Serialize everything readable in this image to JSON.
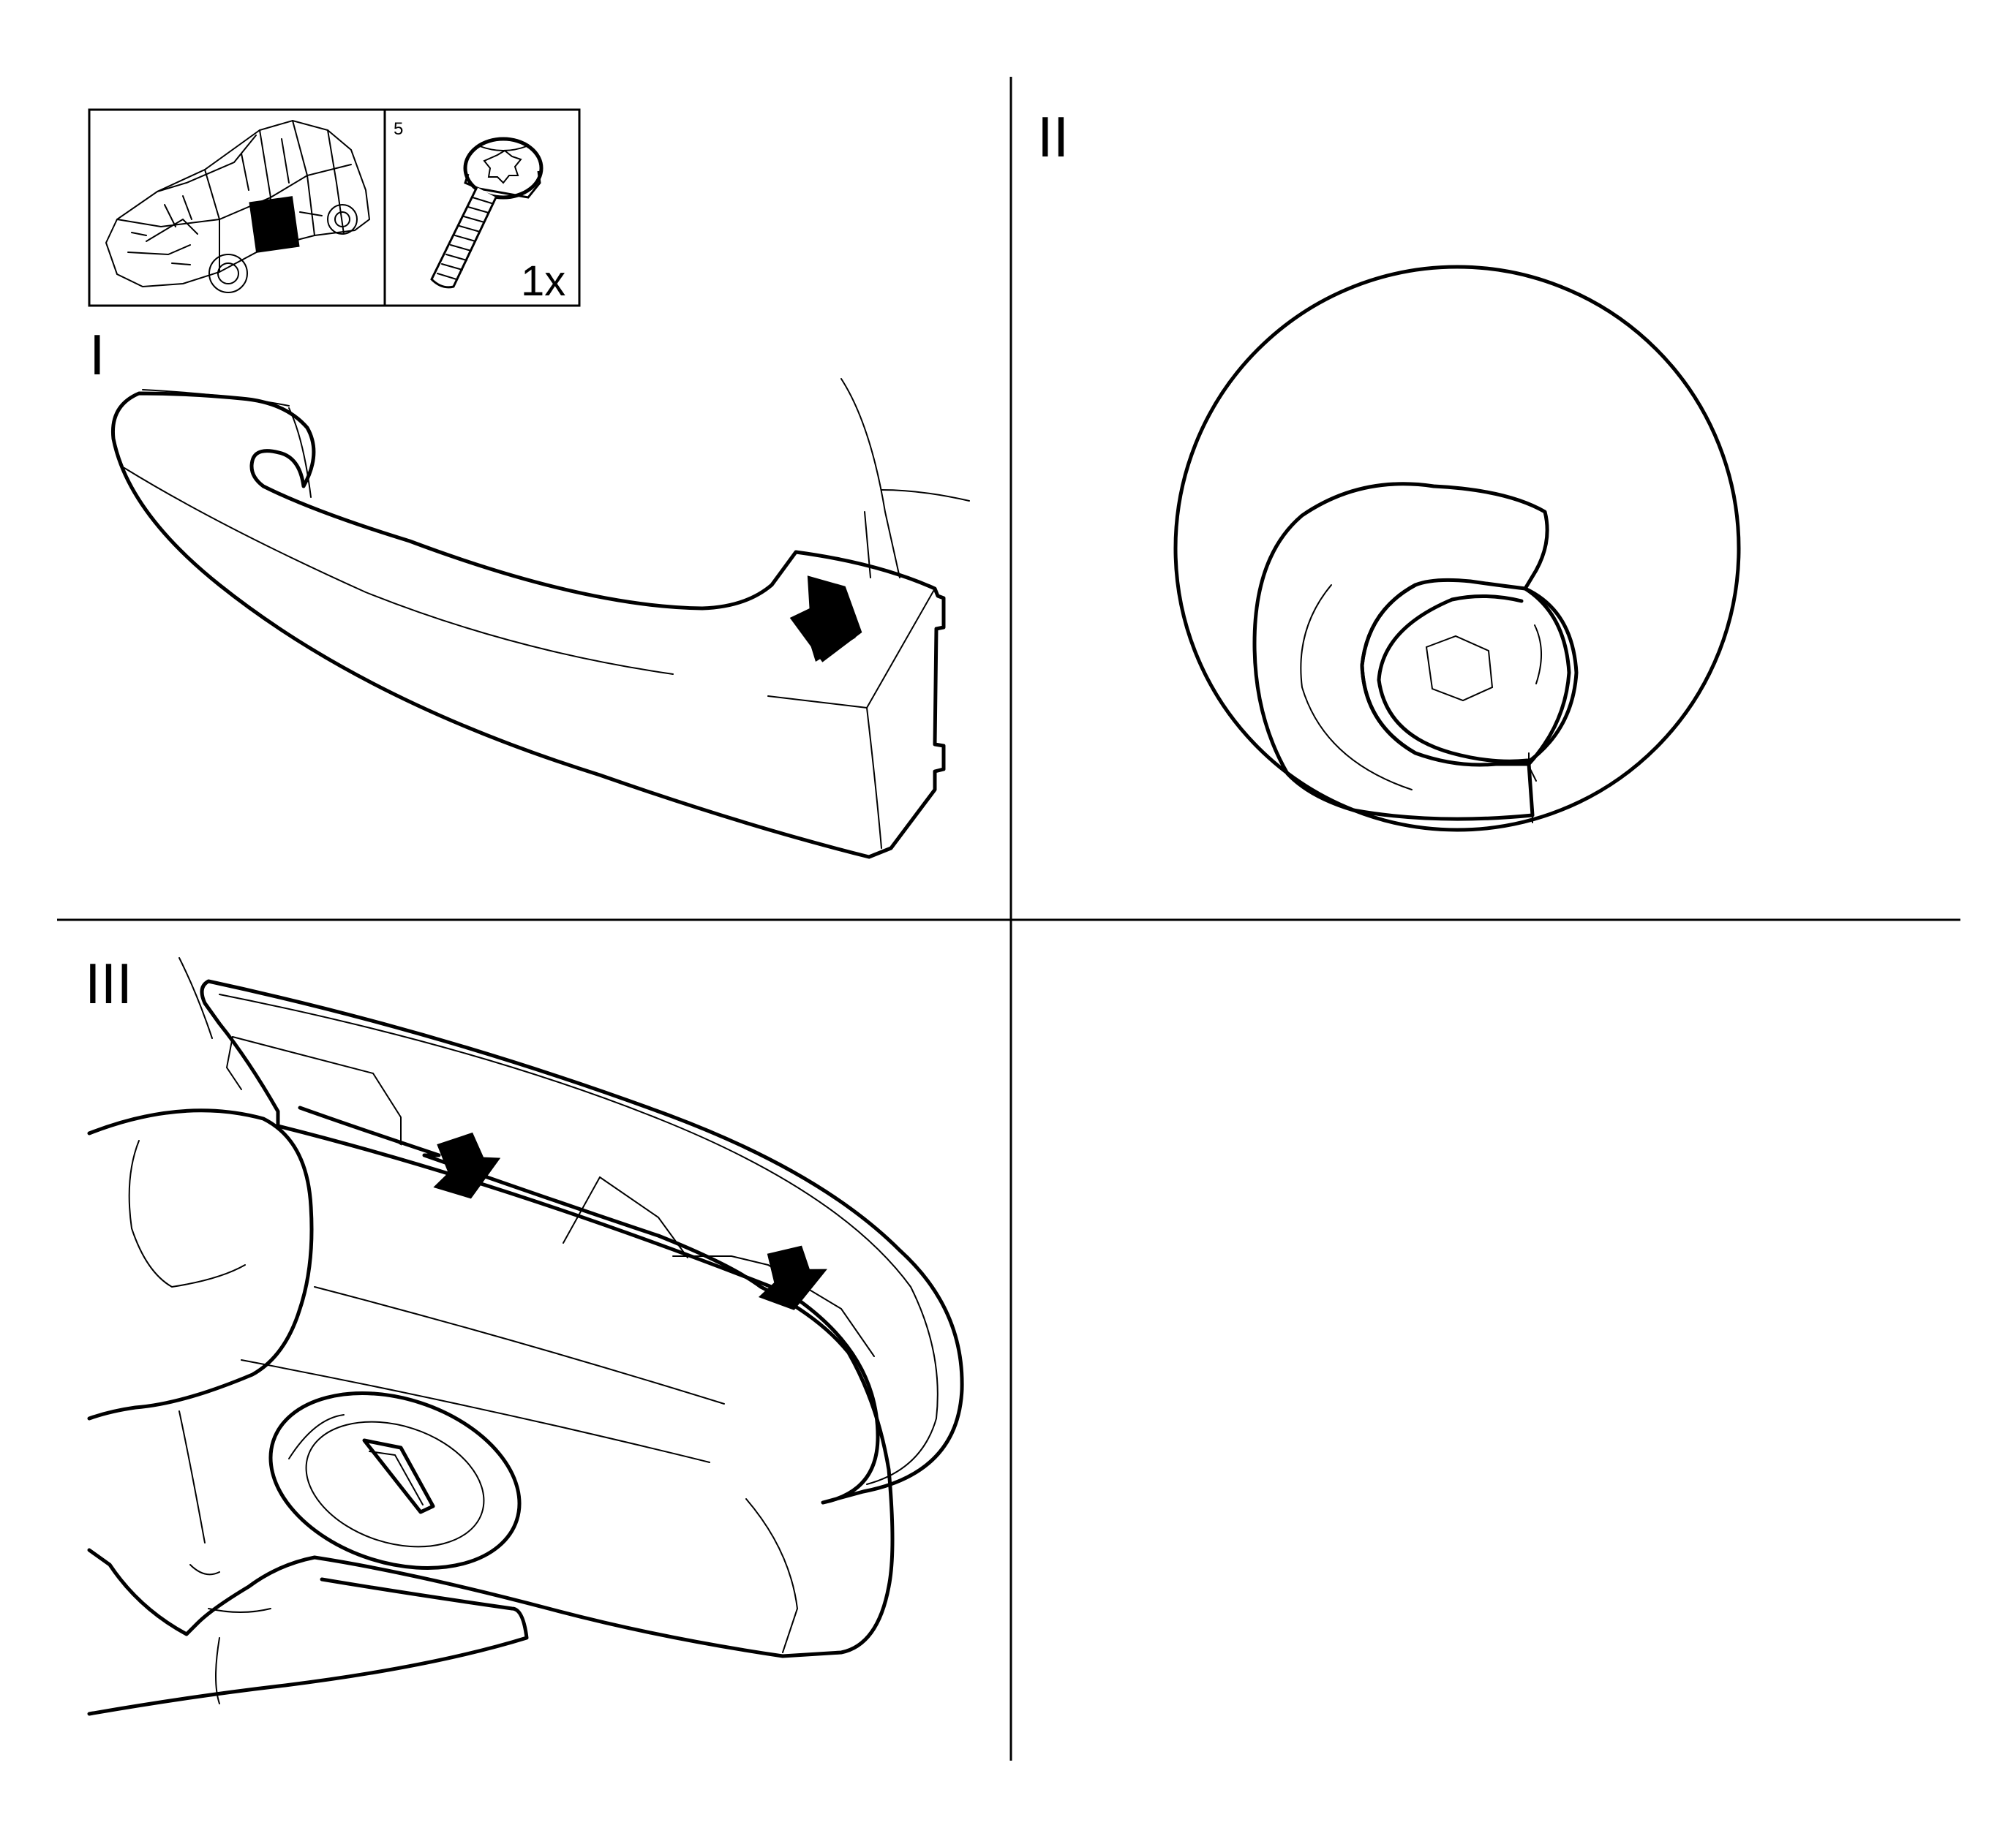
{
  "panels": {
    "p1": {
      "label": "I"
    },
    "p2": {
      "label": "II"
    },
    "p3": {
      "label": "III"
    }
  },
  "parts_box": {
    "part_number": "5",
    "quantity": "1x",
    "vehicle_icon": "car-door-location-icon",
    "screw_icon": "torx-screw-icon"
  },
  "icons": {
    "direction_arrow": "arrow-down-icon",
    "hand": "hand-icon",
    "screw_head": "hex-screw-head-icon"
  }
}
